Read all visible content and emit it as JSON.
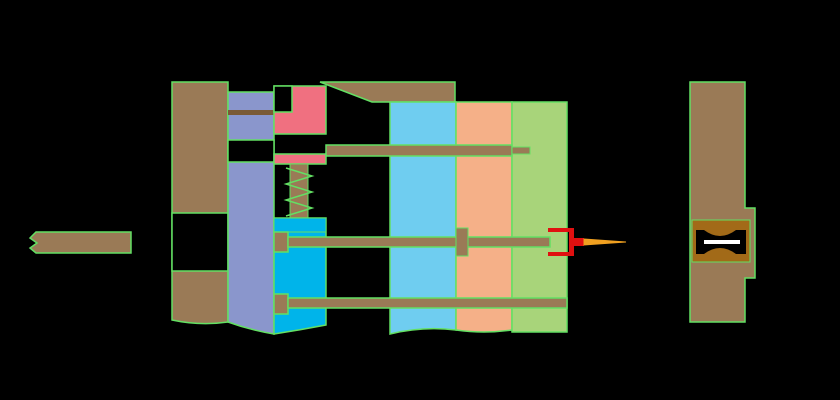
{
  "colors": {
    "background": "#000000",
    "outline": "#63e063",
    "brown": "#9a7a56",
    "brown_dark": "#7a5a35",
    "lavender": "#8a96cc",
    "pink": "#f07080",
    "cyan": "#00b4ea",
    "light_blue": "#6fcdf0",
    "peach": "#f5b088",
    "green": "#a8d47a",
    "red": "#e01010",
    "orange": "#f0a020",
    "gold": "#a26a18",
    "white": "#ffffff"
  },
  "parts": [
    {
      "id": "injection-nozzle-rod",
      "color": "brown"
    },
    {
      "id": "fixed-clamp-plate",
      "color": "brown"
    },
    {
      "id": "fixed-clamp-plate-window",
      "color": "background"
    },
    {
      "id": "stationary-mold-plate",
      "color": "lavender"
    },
    {
      "id": "ejector-retainer-plate",
      "color": "pink"
    },
    {
      "id": "ejector-plate",
      "color": "cyan"
    },
    {
      "id": "return-spring",
      "color": "outline"
    },
    {
      "id": "upper-clamp-slab",
      "color": "brown"
    },
    {
      "id": "cavity-plate",
      "color": "light_blue"
    },
    {
      "id": "stripper-plate",
      "color": "peach"
    },
    {
      "id": "core-plate",
      "color": "green"
    },
    {
      "id": "upper-guide-pin",
      "color": "brown"
    },
    {
      "id": "middle-ejector-pin",
      "color": "brown"
    },
    {
      "id": "lower-ejector-pin",
      "color": "brown"
    },
    {
      "id": "molded-part-holder",
      "color": "red"
    },
    {
      "id": "sprue-tip",
      "color": "orange"
    },
    {
      "id": "moving-clamp-plate",
      "color": "brown"
    },
    {
      "id": "moving-clamp-insert",
      "color": "gold"
    }
  ]
}
